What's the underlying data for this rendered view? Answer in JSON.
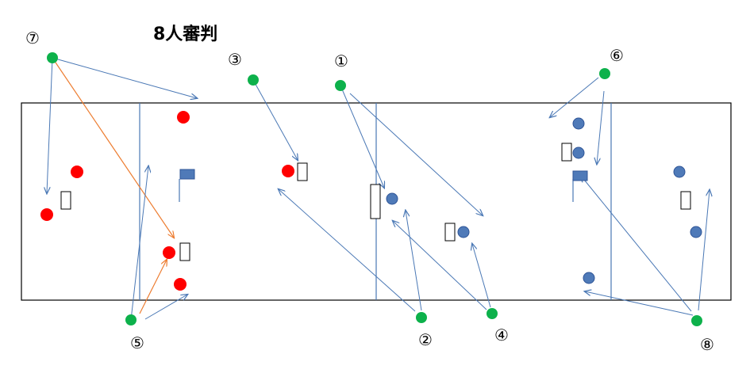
{
  "diagram": {
    "title": "8人審判",
    "referee_labels": [
      "①",
      "②",
      "③",
      "④",
      "⑤",
      "⑥",
      "⑦",
      "⑧"
    ],
    "colors": {
      "referee": "#0db14b",
      "team_red": "#ff0000",
      "team_blue": "#4f7ab8",
      "team_blue_stroke": "#2f5597",
      "arrow_blue": "#4a78b5",
      "arrow_orange": "#ed7d31",
      "court_line": "#000000",
      "inner_line": "#4a78b5"
    },
    "icons": {
      "referee": "green-dot-icon",
      "player_red": "red-dot-icon",
      "player_blue": "blue-dot-icon",
      "goal": "goal-rect-icon",
      "blue_square": "blue-square-icon"
    }
  }
}
